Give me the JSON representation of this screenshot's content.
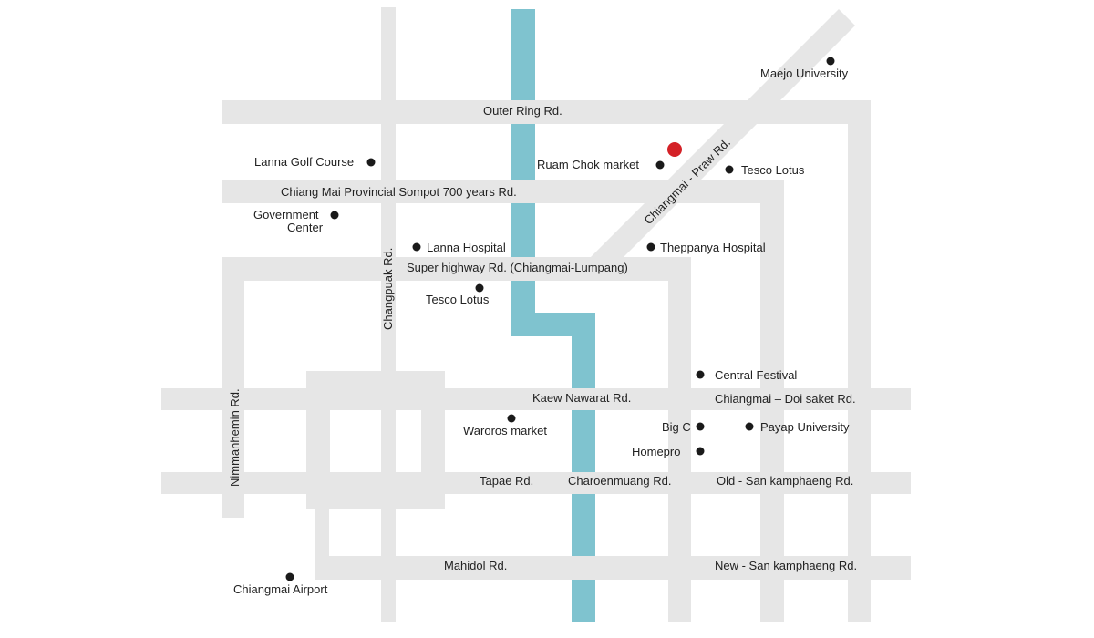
{
  "colors": {
    "road": "#e6e6e6",
    "river": "#7fc3cf",
    "text": "#222222",
    "poi_marker": "#1a1a1a",
    "highlight_marker": "#d42127"
  },
  "roads": {
    "outer_ring": "Outer Ring Rd.",
    "sompot": "Chiang Mai Provincial Sompot 700 years Rd.",
    "super_highway": "Super highway Rd. (Chiangmai-Lumpang)",
    "kaew_nawarat": "Kaew Nawarat Rd.",
    "doi_saket": "Chiangmai – Doi saket Rd.",
    "tapae": "Tapae Rd.",
    "charoenmuang": "Charoenmuang Rd.",
    "old_san_kamphaeng": "Old - San kamphaeng Rd.",
    "mahidol": "Mahidol Rd.",
    "new_san_kamphaeng": "New - San kamphaeng Rd.",
    "changpuak": "Changpuak Rd.",
    "nimmanhemin": "Nimmanhemin Rd.",
    "chiangmai_praw": "Chiangmai - Praw Rd."
  },
  "places": {
    "maejo_university": "Maejo University",
    "lanna_golf_course": "Lanna Golf Course",
    "ruam_chok_market": "Ruam Chok market",
    "tesco_lotus_north": "Tesco Lotus",
    "government_center_line1": "Government",
    "government_center_line2": "Center",
    "lanna_hospital": "Lanna Hospital",
    "theppanya_hospital": "Theppanya Hospital",
    "tesco_lotus_south": "Tesco Lotus",
    "central_festival": "Central Festival",
    "waroros_market": "Waroros market",
    "big_c": "Big C",
    "payap_university": "Payap University",
    "homepro": "Homepro",
    "chiangmai_airport": "Chiangmai Airport"
  }
}
